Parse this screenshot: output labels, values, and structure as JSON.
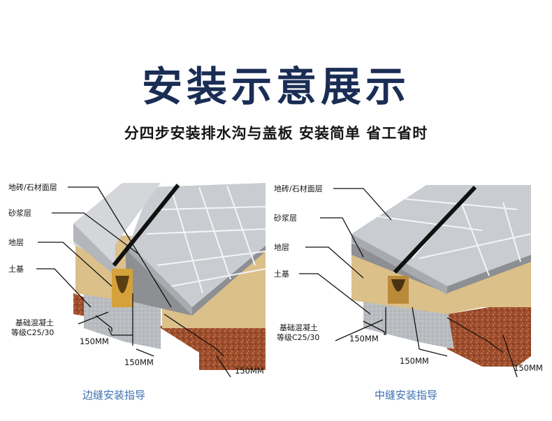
{
  "header": {
    "title": "安装示意展示",
    "subtitle": "分四步安装排水沟与盖板 安装简单 省工省时"
  },
  "left_panel": {
    "labels": [
      "地砖/石材面层",
      "砂浆层",
      "地层",
      "土基",
      "基础混凝土",
      "等级C25/30"
    ],
    "dimensions": [
      "150MM",
      "150MM",
      "150MM"
    ],
    "caption": "边缝安装指导"
  },
  "right_panel": {
    "labels": [
      "地砖/石材面层",
      "砂浆层",
      "地层",
      "土基",
      "基础混凝土",
      "等级C25/30"
    ],
    "dimensions": [
      "150MM",
      "150MM",
      "150MM"
    ],
    "caption": "中缝安装指导"
  },
  "colors": {
    "title": "#1a2d55",
    "caption": "#3b6fb0",
    "tile": "#c9ccd1",
    "concrete": "#b8bbbf",
    "earth": "#a4532f",
    "sand": "#dcc08a"
  }
}
